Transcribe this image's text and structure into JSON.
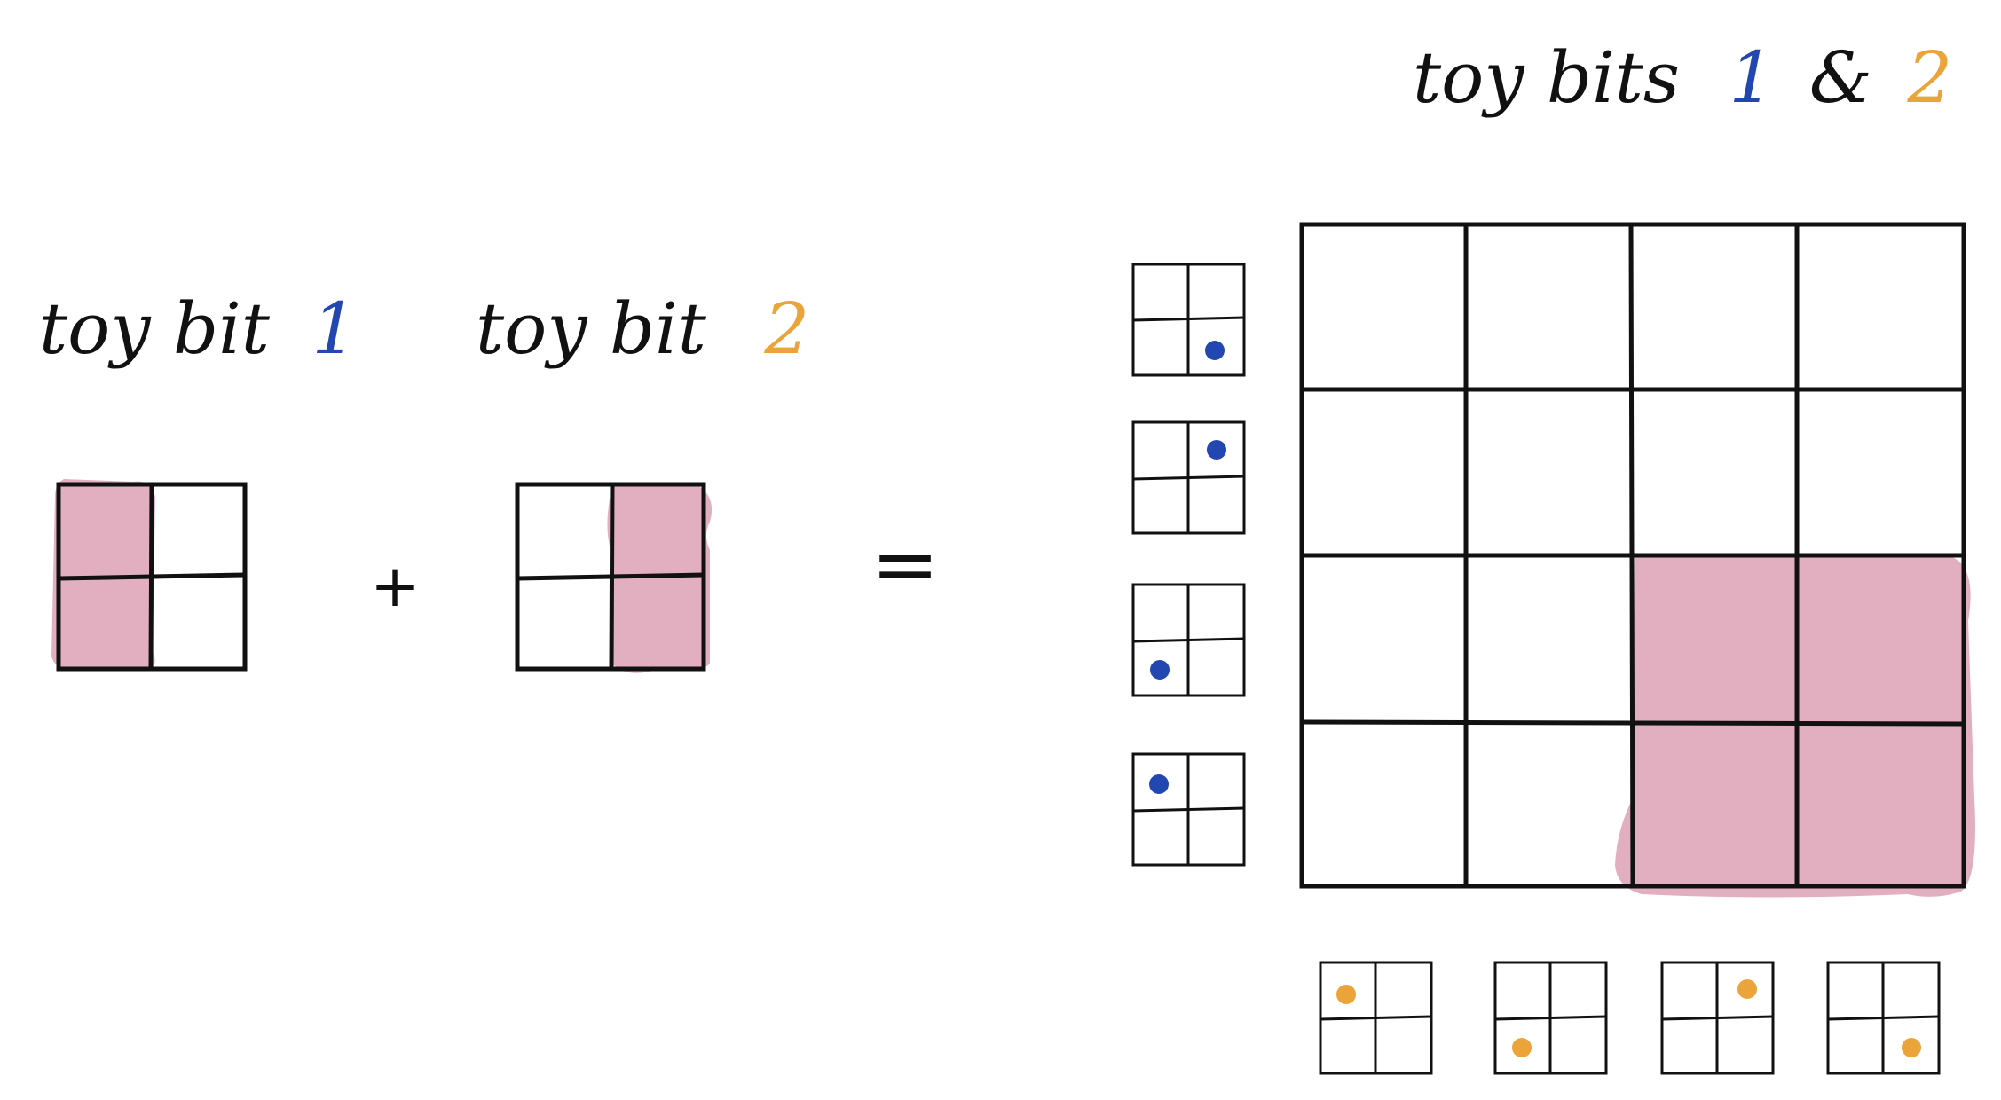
{
  "labels": {
    "toy_bit_1": {
      "word": "toy bit",
      "number": "1"
    },
    "toy_bit_2": {
      "word": "toy bit",
      "number": "2"
    },
    "combined": {
      "word": "toy bits",
      "first": "1",
      "amp": "&",
      "second": "2"
    }
  },
  "operators": {
    "plus": "+",
    "equals": "="
  },
  "colors": {
    "ink": "#111111",
    "highlight": "#e2afc1",
    "bit1": "#2347b0",
    "bit2": "#eaa43a",
    "background": "#ffffff"
  },
  "toy_bit_1": {
    "grid": [
      2,
      2
    ],
    "highlighted_cells": [
      [
        0,
        0
      ],
      [
        1,
        0
      ]
    ]
  },
  "toy_bit_2": {
    "grid": [
      2,
      2
    ],
    "highlighted_cells": [
      [
        0,
        1
      ],
      [
        1,
        1
      ]
    ]
  },
  "combined_grid": {
    "grid": [
      4,
      4
    ],
    "highlighted_cells": [
      [
        2,
        2
      ],
      [
        2,
        3
      ],
      [
        3,
        2
      ],
      [
        3,
        3
      ]
    ],
    "row_states": [
      [
        1,
        1
      ],
      [
        0,
        1
      ],
      [
        1,
        0
      ],
      [
        0,
        0
      ]
    ],
    "column_states": [
      [
        0,
        0
      ],
      [
        1,
        0
      ],
      [
        0,
        1
      ],
      [
        1,
        1
      ]
    ]
  }
}
